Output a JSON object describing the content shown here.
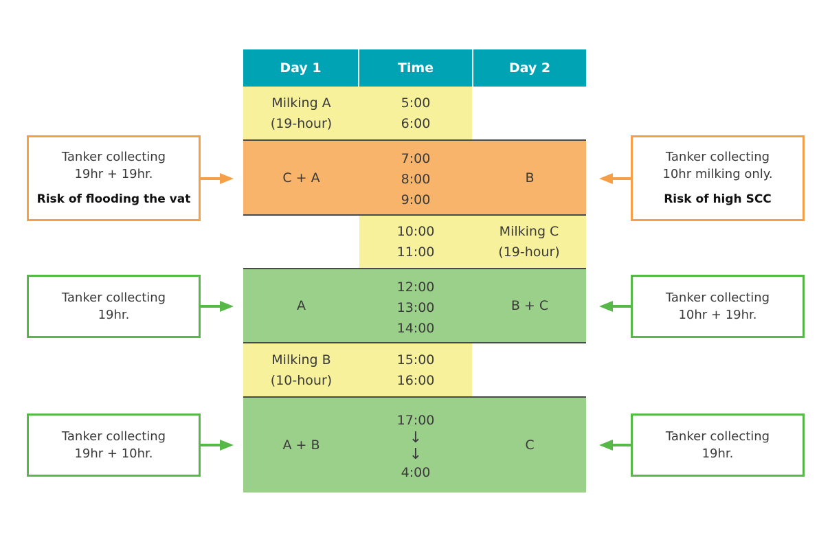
{
  "colors": {
    "header": "#00a3b4",
    "milking": "#f6f19a",
    "risk_collection": "#f9b46b",
    "good_collection": "#9bd08a",
    "risk_border": "#f5a049",
    "good_border": "#56b947"
  },
  "headers": {
    "day1": "Day 1",
    "time": "Time",
    "day2": "Day 2"
  },
  "rows": {
    "r1": {
      "day1": [
        "Milking A",
        "(19-hour)"
      ],
      "times": [
        "5:00",
        "6:00"
      ]
    },
    "r2": {
      "day1": "C + A",
      "times": [
        "7:00",
        "8:00",
        "9:00"
      ],
      "day2": "B"
    },
    "r3": {
      "times": [
        "10:00",
        "11:00"
      ],
      "day2": [
        "Milking C",
        "(19-hour)"
      ]
    },
    "r4": {
      "day1": "A",
      "times": [
        "12:00",
        "13:00",
        "14:00"
      ],
      "day2": "B + C"
    },
    "r5": {
      "day1": [
        "Milking B",
        "(10-hour)"
      ],
      "times": [
        "15:00",
        "16:00"
      ]
    },
    "r6": {
      "day1": "A + B",
      "times": [
        "17:00",
        "4:00"
      ],
      "arrow_glyph": "↓",
      "day2": "C"
    }
  },
  "callouts": {
    "left_orange": {
      "lines": [
        "Tanker collecting",
        "19hr + 19hr."
      ],
      "risk": "Risk of flooding the vat"
    },
    "right_orange": {
      "lines": [
        "Tanker collecting",
        "10hr milking only."
      ],
      "risk": "Risk of high SCC"
    },
    "left_green_1": {
      "lines": [
        "Tanker collecting",
        "19hr."
      ]
    },
    "right_green_1": {
      "lines": [
        "Tanker collecting",
        "10hr + 19hr."
      ]
    },
    "left_green_2": {
      "lines": [
        "Tanker collecting",
        "19hr + 10hr."
      ]
    },
    "right_green_2": {
      "lines": [
        "Tanker collecting",
        "19hr."
      ]
    }
  }
}
